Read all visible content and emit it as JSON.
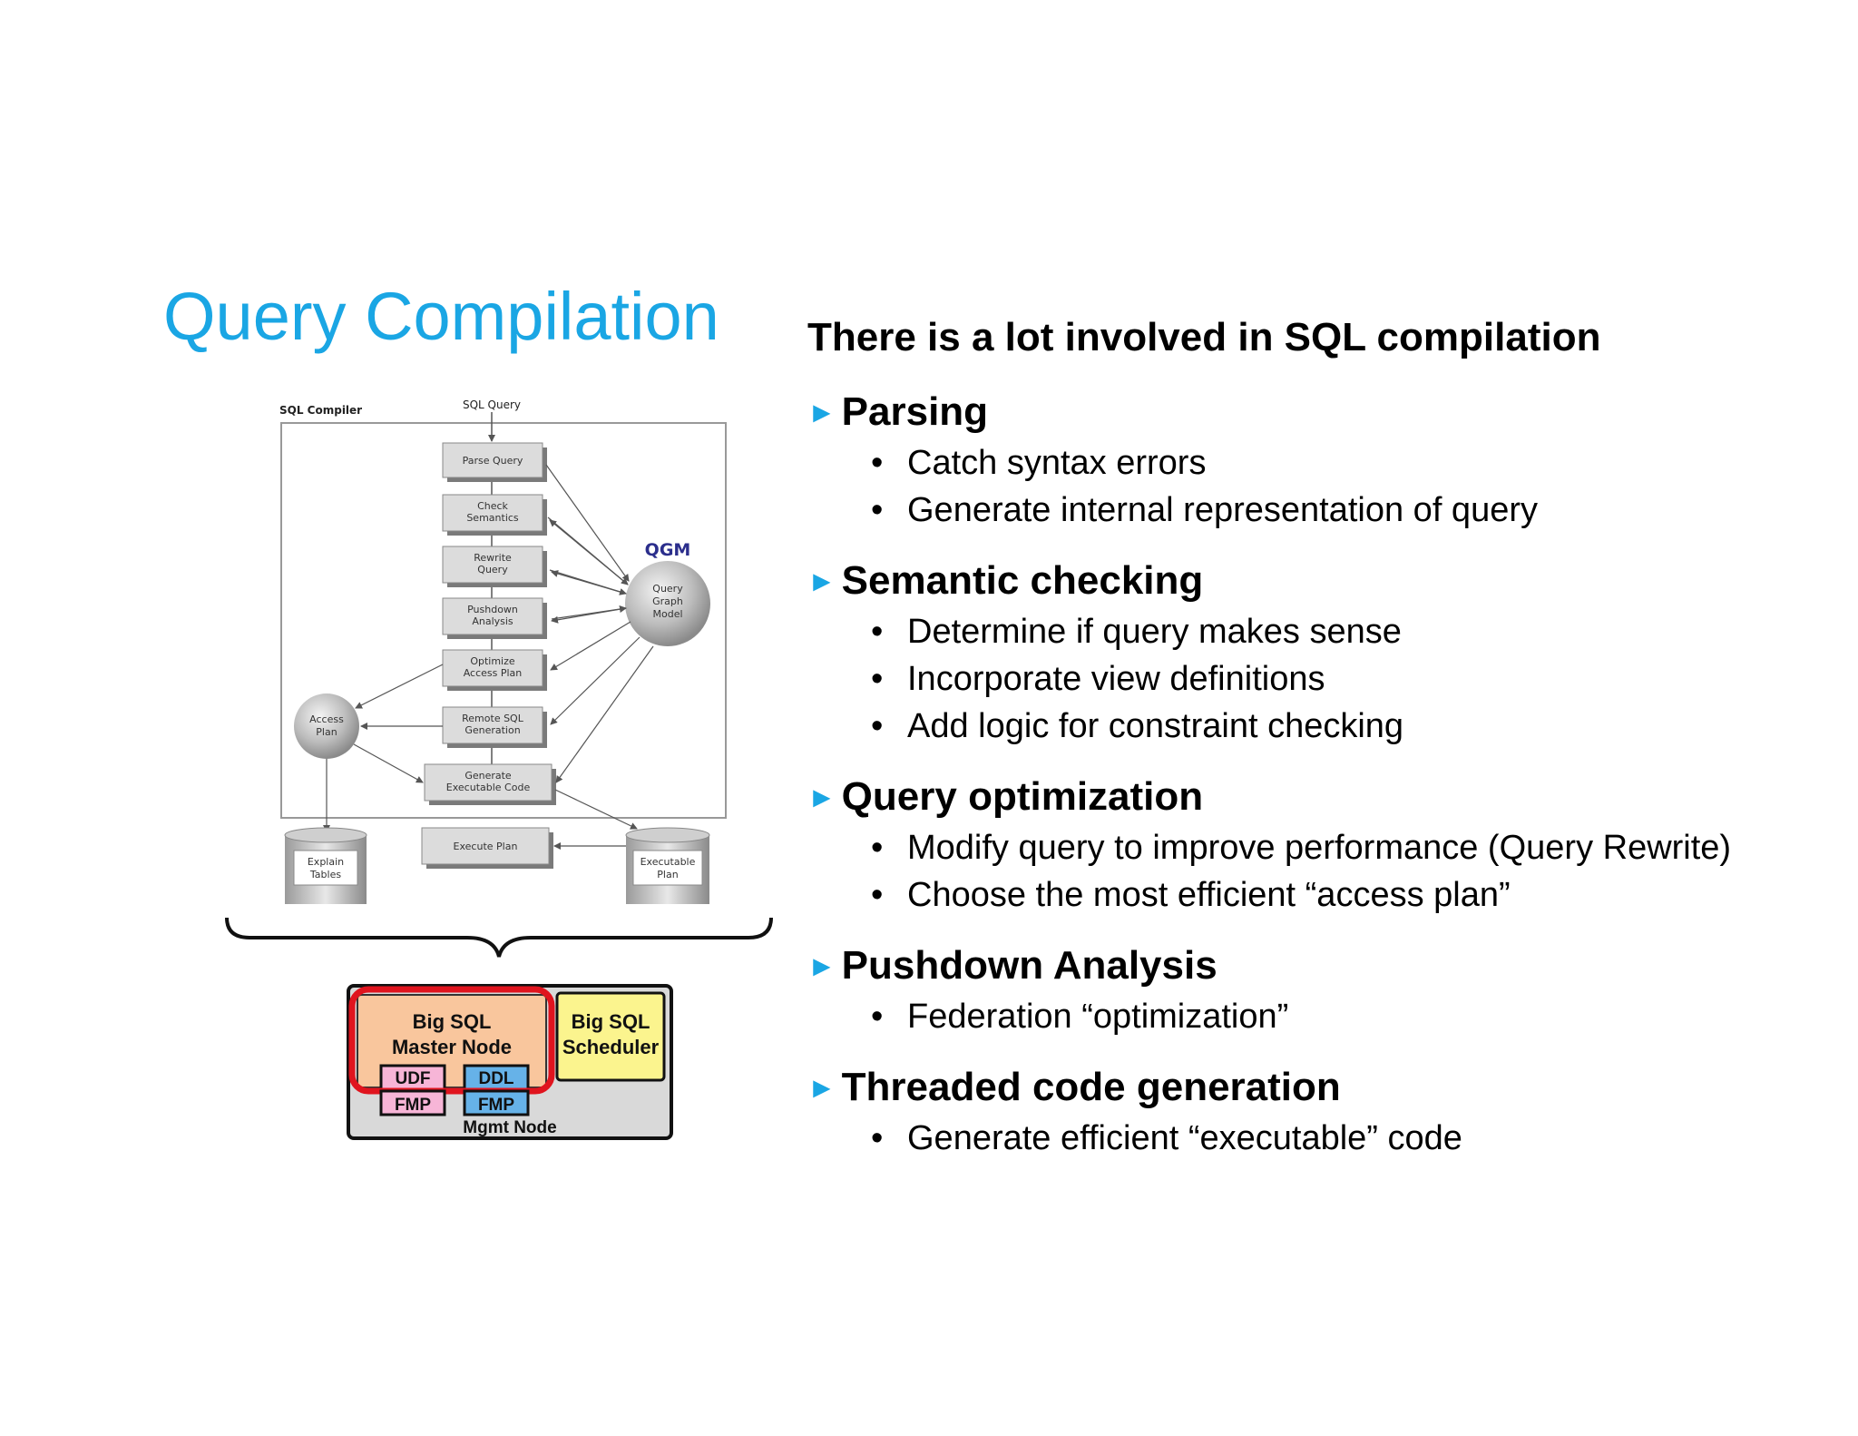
{
  "slide": {
    "title": "Query Compilation",
    "headline": "There is a lot involved in SQL compilation"
  },
  "sections": [
    {
      "heading": "Parsing",
      "bullets": [
        "Catch syntax errors",
        "Generate internal representation of query"
      ]
    },
    {
      "heading": "Semantic checking",
      "bullets": [
        "Determine if query makes sense",
        "Incorporate view definitions",
        "Add logic for constraint checking"
      ]
    },
    {
      "heading": "Query optimization",
      "bullets": [
        "Modify query to improve performance (Query Rewrite)",
        "Choose the most efficient “access plan”"
      ]
    },
    {
      "heading": "Pushdown Analysis",
      "bullets": [
        "Federation “optimization”"
      ]
    },
    {
      "heading": "Threaded code generation",
      "bullets": [
        "Generate efficient “executable” code"
      ]
    }
  ],
  "diagram": {
    "compiler_label": "SQL Compiler",
    "input_label": "SQL Query",
    "steps": [
      [
        "Parse Query"
      ],
      [
        "Check",
        "Semantics"
      ],
      [
        "Rewrite",
        "Query"
      ],
      [
        "Pushdown",
        "Analysis"
      ],
      [
        "Optimize",
        "Access Plan"
      ],
      [
        "Remote SQL",
        "Generation"
      ],
      [
        "Generate",
        "Executable Code"
      ]
    ],
    "execute_plan": "Execute Plan",
    "qgm_label": "QGM",
    "qgm_circle": [
      "Query",
      "Graph",
      "Model"
    ],
    "access_plan": [
      "Access",
      "Plan"
    ],
    "explain_tables": [
      "Explain",
      "Tables"
    ],
    "executable_plan": [
      "Executable",
      "Plan"
    ]
  },
  "mgmt": {
    "master_node": [
      "Big SQL",
      "Master Node"
    ],
    "scheduler": [
      "Big SQL",
      "Scheduler"
    ],
    "udf": "UDF",
    "ddl": "DDL",
    "fmp1": "FMP",
    "fmp2": "FMP",
    "mgmt_node": "Mgmt Node"
  },
  "colors": {
    "title": "#1aa6e4",
    "arrow": "#1aa6e4",
    "qgm": "#2b2e8c",
    "master_fill": "#f9c69d",
    "highlight": "#e0141e",
    "scheduler_fill": "#fbf48e",
    "udf_fill": "#f7b5d7",
    "ddl_fill": "#66b2e8",
    "mgmt_fill": "#d9d9d9"
  }
}
